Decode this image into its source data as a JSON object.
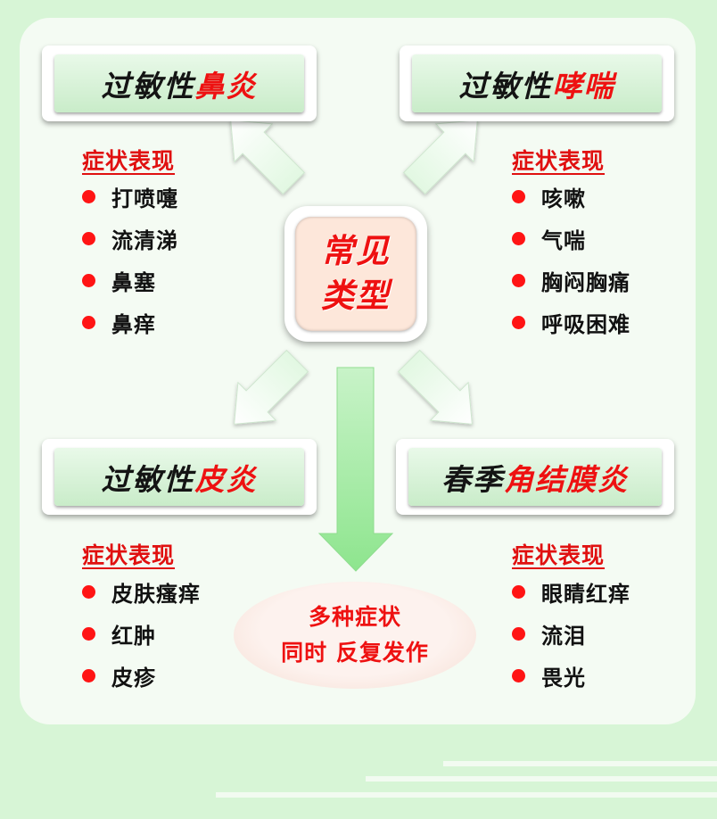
{
  "center": {
    "line1": "常见",
    "line2": "类型"
  },
  "cards": {
    "top_left": {
      "prefix": "过敏性",
      "highlight": "鼻炎",
      "symptom_header": "症状表现",
      "symptoms": [
        "打喷嚏",
        "流清涕",
        "鼻塞",
        "鼻痒"
      ]
    },
    "top_right": {
      "prefix": "过敏性",
      "highlight": "哮喘",
      "symptom_header": "症状表现",
      "symptoms": [
        "咳嗽",
        "气喘",
        "胸闷胸痛",
        "呼吸困难"
      ]
    },
    "bottom_left": {
      "prefix": "过敏性",
      "highlight": "皮炎",
      "symptom_header": "症状表现",
      "symptoms": [
        "皮肤瘙痒",
        "红肿",
        "皮疹"
      ]
    },
    "bottom_right": {
      "prefix": "春季",
      "highlight": "角结膜炎",
      "symptom_header": "症状表现",
      "symptoms": [
        "眼睛红痒",
        "流泪",
        "畏光"
      ]
    }
  },
  "summary": {
    "line1": "多种症状",
    "line2": "同时 反复发作"
  },
  "colors": {
    "accent_red": "#ee1111",
    "bullet_red": "#ff1414",
    "background": "#d7f5d6",
    "panel": "#f4fbf3",
    "arrow": "#9be89b"
  }
}
